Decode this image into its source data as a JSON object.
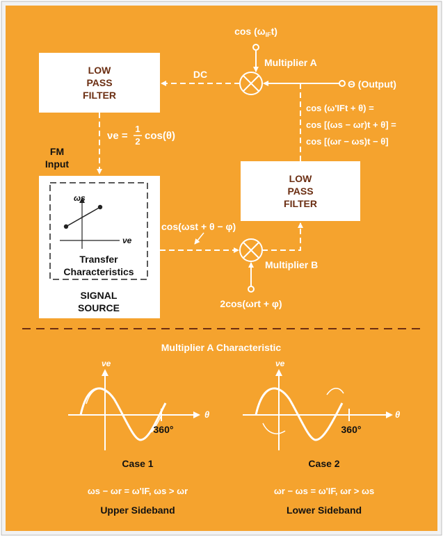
{
  "colors": {
    "panel": "#f5a32e",
    "line": "#ffffff",
    "title_text": "#ffffff",
    "box_fill": "#ffffff",
    "box_text": "#6b2e12"
  },
  "top": {
    "input_a": "cos (ω",
    "input_a_sub": "IF",
    "input_a_tail": "t)",
    "multiplier_a": "Multiplier A",
    "dc": "DC",
    "output": "Θ (Output)",
    "lpf1": [
      "LOW",
      "PASS",
      "FILTER"
    ],
    "eq1": "cos (ω'IFt + θ) =",
    "eq2": "cos [(ωs − ωr)t + θ] =",
    "eq3": "cos [(ωr − ωs)t − θ]",
    "ve_eq_left": "νe =",
    "ve_eq_num": "1",
    "ve_eq_den": "2",
    "ve_eq_right": "cos(θ)",
    "fm_input": [
      "FM",
      "Input"
    ],
    "lpf2": [
      "LOW",
      "PASS",
      "FILTER"
    ],
    "transfer": {
      "y_axis": "ωs",
      "x_axis": "νe",
      "label": [
        "Transfer",
        "Characteristics"
      ]
    },
    "signal_source": [
      "SIGNAL",
      "SOURCE"
    ],
    "b_input_label": "cos(ωst + θ − φ)",
    "multiplier_b": "Multiplier B",
    "input_b": "2cos(ωrt + φ)"
  },
  "bottom": {
    "title": "Multiplier A Characteristic",
    "case1": {
      "y_axis": "νe",
      "x_axis": "θ",
      "tick": "360°",
      "case": "Case 1",
      "equation": "ωs − ωr = ω'IF, ωs > ωr",
      "band": "Upper Sideband"
    },
    "case2": {
      "y_axis": "νe",
      "x_axis": "θ",
      "tick": "360°",
      "case": "Case 2",
      "equation": "ωr − ωs = ω'IF, ωr > ωs",
      "band": "Lower Sideband"
    }
  }
}
